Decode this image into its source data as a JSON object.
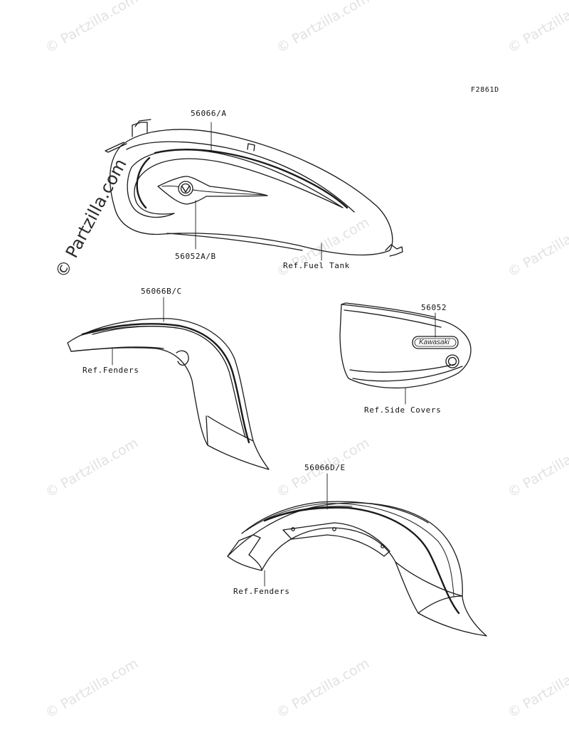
{
  "figure_code": "F2861D",
  "watermark": "© Partzilla.com",
  "brand_text": "Kawasaki",
  "callouts": {
    "fuel_tank_decal": "56066/A",
    "tank_emblem": "56052A/B",
    "fuel_tank_ref": "Ref.Fuel Tank",
    "front_fender_decal": "56066B/C",
    "front_fender_ref": "Ref.Fenders",
    "side_cover_emblem": "56052",
    "side_cover_ref": "Ref.Side Covers",
    "rear_fender_decal": "56066D/E",
    "rear_fender_ref": "Ref.Fenders"
  }
}
